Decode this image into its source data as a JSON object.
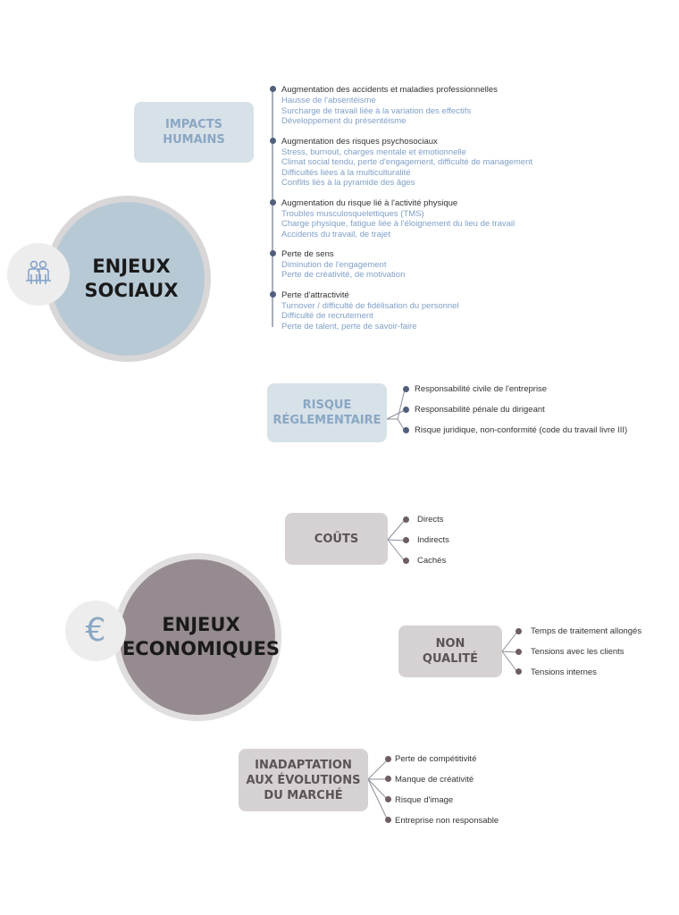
{
  "social": {
    "title_line1": "ENJEUX",
    "title_line2": "SOCIAUX",
    "icon": "people-icon",
    "impacts": {
      "label_line1": "IMPACTS",
      "label_line2": "HUMAINS",
      "groups": [
        {
          "head": "Augmentation des accidents et maladies professionnelles",
          "items": [
            "Hausse de l'absentéisme",
            "Surcharge de travail liée à la variation des effectifs",
            "Développement du présentéisme"
          ]
        },
        {
          "head": "Augmentation des risques psychosociaux",
          "items": [
            "Stress, burnout, charges mentale et émotionnelle",
            "Climat social tendu, perte d'engagement, difficulté de management",
            "Difficultés liées à la multiculturalité",
            "Conflits liés à la pyramide des âges"
          ]
        },
        {
          "head": "Augmentation du risque lié à l'activité physique",
          "items": [
            "Troubles musculosquelettiques (TMS)",
            "Charge physique, fatigue liée à l'éloignement du lieu de travail",
            "Accidents du travail, de trajet"
          ]
        },
        {
          "head": "Perte de sens",
          "items": [
            "Diminution de l'engagement",
            "Perte de créativité, de motivation"
          ]
        },
        {
          "head": "Perte d'attractivité",
          "items": [
            "Turnover / difficulté de fidélisation du personnel",
            "Difficulté de recrutement",
            "Perte de talent, perte de savoir-faire"
          ]
        }
      ]
    },
    "risque": {
      "label_line1": "RISQUE",
      "label_line2": "RÉGLEMENTAIRE",
      "items": [
        "Responsabilité civile de l'entreprise",
        "Responsabilité pénale du dirigeant",
        "Risque juridique, non-conformité (code du travail livre III)"
      ]
    }
  },
  "economic": {
    "title_line1": "ENJEUX",
    "title_line2": "ECONOMIQUES",
    "icon": "euro-icon",
    "couts": {
      "label": "COÛTS",
      "items": [
        "Directs",
        "Indirects",
        "Cachés"
      ]
    },
    "non_qualite": {
      "label_line1": "NON",
      "label_line2": "QUALITÉ",
      "items": [
        "Temps de traitement allongés",
        "Tensions avec les clients",
        "Tensions internes"
      ]
    },
    "inadaptation": {
      "label_line1": "INADAPTATION",
      "label_line2": "AUX ÉVOLUTIONS",
      "label_line3": "DU MARCHÉ",
      "items": [
        "Perte de compétitivité",
        "Manque de créativité",
        "Risque d'image",
        "Entreprise non responsable"
      ]
    }
  },
  "colors": {
    "blue_circle": "#b7c9d5",
    "mauve_circle": "#968b90",
    "ring": "#d9d6d7",
    "blue_text": "#7f9fc8",
    "blue_dot": "#4f5f7c",
    "mauve_dot": "#6e5d63"
  }
}
